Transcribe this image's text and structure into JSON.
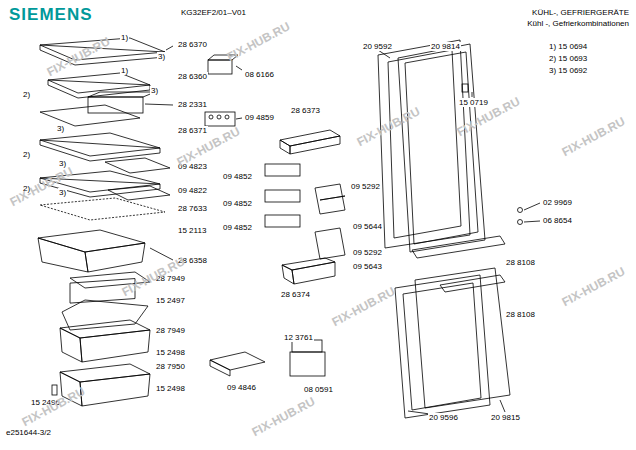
{
  "diagram": {
    "labels": [
      "SIEMENS",
      "KG32EF2/01–V01",
      "KÜHL-, GEFRIERGERÄTE",
      "Kühl -, Gefrierkombinationen",
      "1)",
      "3)",
      "28 6370",
      "2)",
      "1)",
      "3)",
      "28 6360",
      "3)",
      "28 2331",
      "2)",
      "28 6371",
      "3)",
      "09 4823",
      "2)",
      "3)",
      "09 4822",
      "28 7633",
      "15 2113",
      "28 6358",
      "28 7949",
      "15 2497",
      "28 7949",
      "15 2498",
      "28 7950",
      "15 2498",
      "15 2496",
      "08 6166",
      "09 4859",
      "28 6373",
      "09 4852",
      "09 4852",
      "09 4852",
      "09 5292",
      "09 5644",
      "09 5292",
      "09 5643",
      "28 6374",
      "12 3761",
      "09 4846",
      "08 0591",
      "20 9592",
      "20 9814",
      "1) 15 0694",
      "2) 15 0693",
      "3) 15 0692",
      "15 0719",
      "02 9969",
      "06 8654",
      "28 8108",
      "28 8108",
      "20 9596",
      "20 9815",
      "e251644-3/2",
      "FIX-HUB.RU",
      "FIX-HUB.RU",
      "FIX-HUB.RU",
      "FIX-HUB.RU",
      "FIX-HUB.RU",
      "FIX-HUB.RU",
      "FIX-HUB.RU",
      "FIX-HUB.RU",
      "FIX-HUB.RU",
      "FIX-HUB.RU",
      "FIX-HUB.RU",
      "FIX-HUB.RU"
    ]
  }
}
